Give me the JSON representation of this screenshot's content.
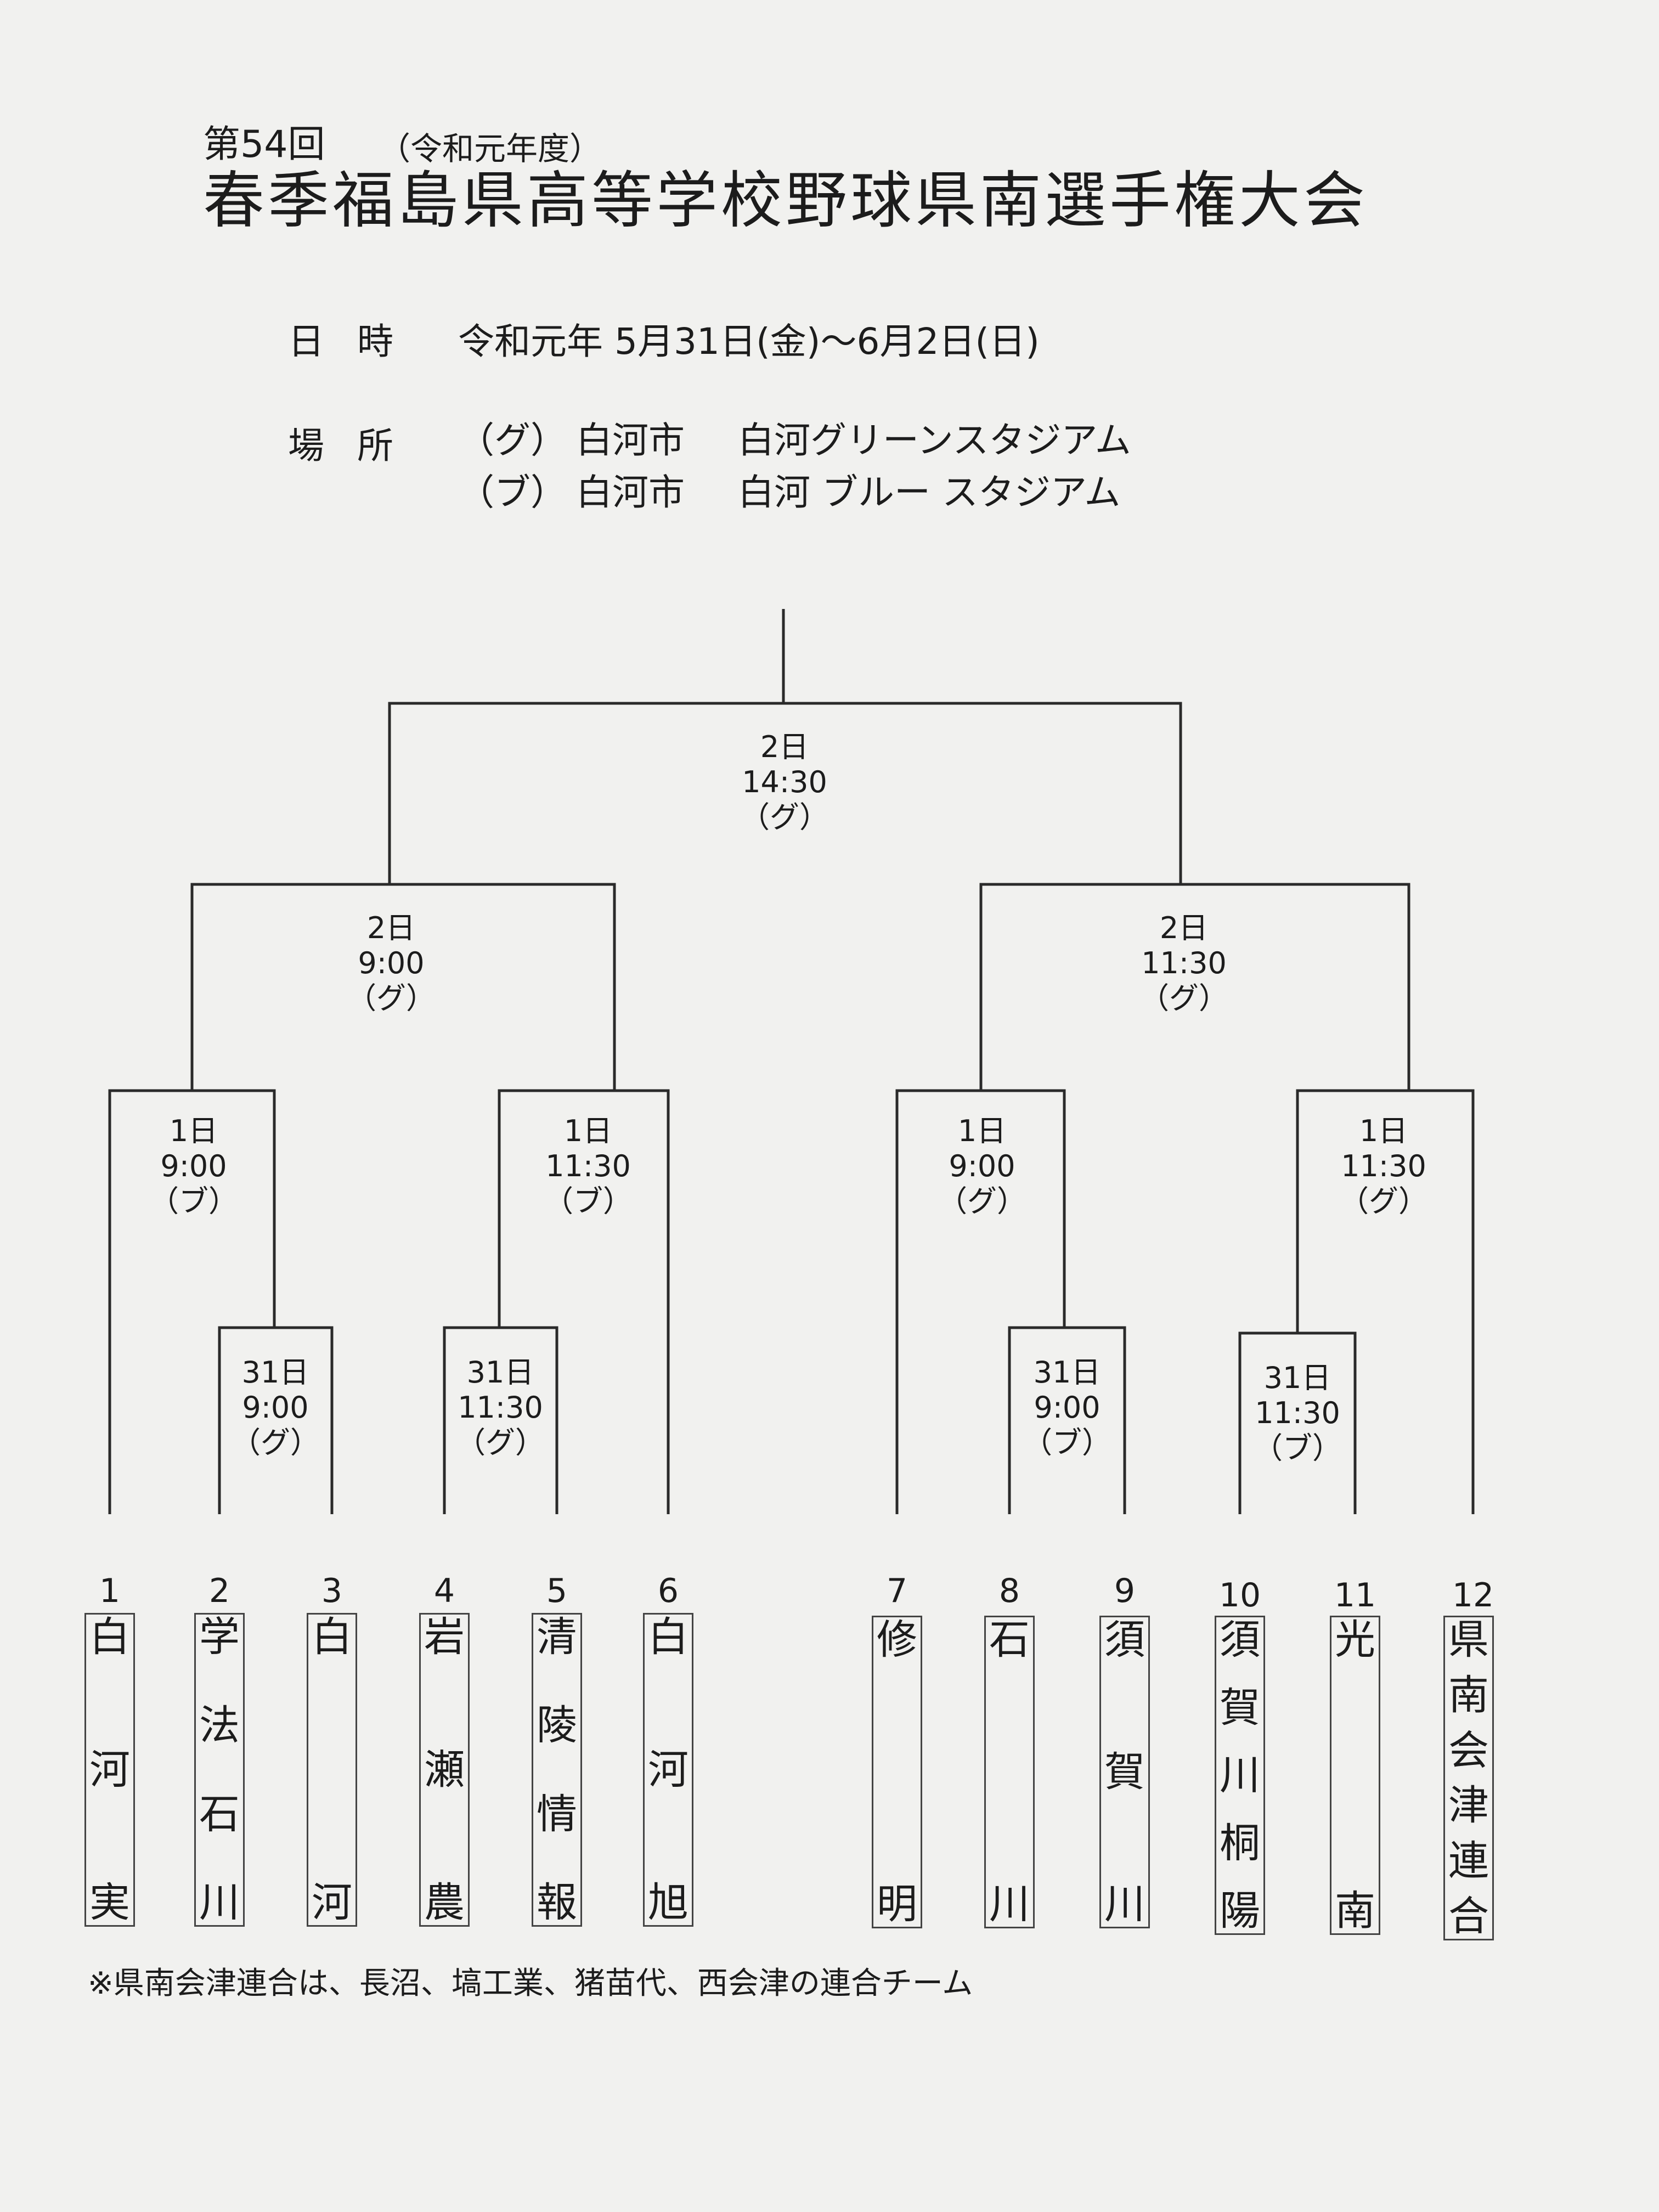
{
  "header": {
    "edition": "第54回",
    "era": "（令和元年度）",
    "title": "春季福島県高等学校野球県南選手権大会"
  },
  "info": {
    "date_label": "日時",
    "date_value": "令和元年 5月31日(金)～6月2日(日)",
    "venue_label": "場所",
    "venues": [
      {
        "code": "（グ）",
        "city": "白河市",
        "name": "白河グリーンスタジアム"
      },
      {
        "code": "（ブ）",
        "city": "白河市",
        "name": "白河 ブルー スタジアム"
      }
    ]
  },
  "rounds": {
    "final": {
      "day": "2日",
      "time": "14:30",
      "venue": "（グ）"
    },
    "semi_left": {
      "day": "2日",
      "time": "9:00",
      "venue": "（グ）"
    },
    "semi_right": {
      "day": "2日",
      "time": "11:30",
      "venue": "（グ）"
    },
    "qf1": {
      "day": "1日",
      "time": "9:00",
      "venue": "（ブ）"
    },
    "qf2": {
      "day": "1日",
      "time": "11:30",
      "venue": "（ブ）"
    },
    "qf3": {
      "day": "1日",
      "time": "9:00",
      "venue": "（グ）"
    },
    "qf4": {
      "day": "1日",
      "time": "11:30",
      "venue": "（グ）"
    },
    "r1a": {
      "day": "31日",
      "time": "9:00",
      "venue": "（グ）"
    },
    "r1b": {
      "day": "31日",
      "time": "11:30",
      "venue": "（グ）"
    },
    "r1c": {
      "day": "31日",
      "time": "9:00",
      "venue": "（ブ）"
    },
    "r1d": {
      "day": "31日",
      "time": "11:30",
      "venue": "（ブ）"
    }
  },
  "teams": [
    {
      "num": "1",
      "name": "白河実"
    },
    {
      "num": "2",
      "name": "学法石川"
    },
    {
      "num": "3",
      "name": "白河"
    },
    {
      "num": "4",
      "name": "岩瀬農"
    },
    {
      "num": "5",
      "name": "清陵情報"
    },
    {
      "num": "6",
      "name": "白河旭"
    },
    {
      "num": "7",
      "name": "修明"
    },
    {
      "num": "8",
      "name": "石川"
    },
    {
      "num": "9",
      "name": "須賀川"
    },
    {
      "num": "10",
      "name": "須賀川桐陽"
    },
    {
      "num": "11",
      "name": "光南"
    },
    {
      "num": "12",
      "name": "県南会津連合"
    }
  ],
  "note": "※県南会津連合は、長沼、塙工業、猪苗代、西会津の連合チーム"
}
